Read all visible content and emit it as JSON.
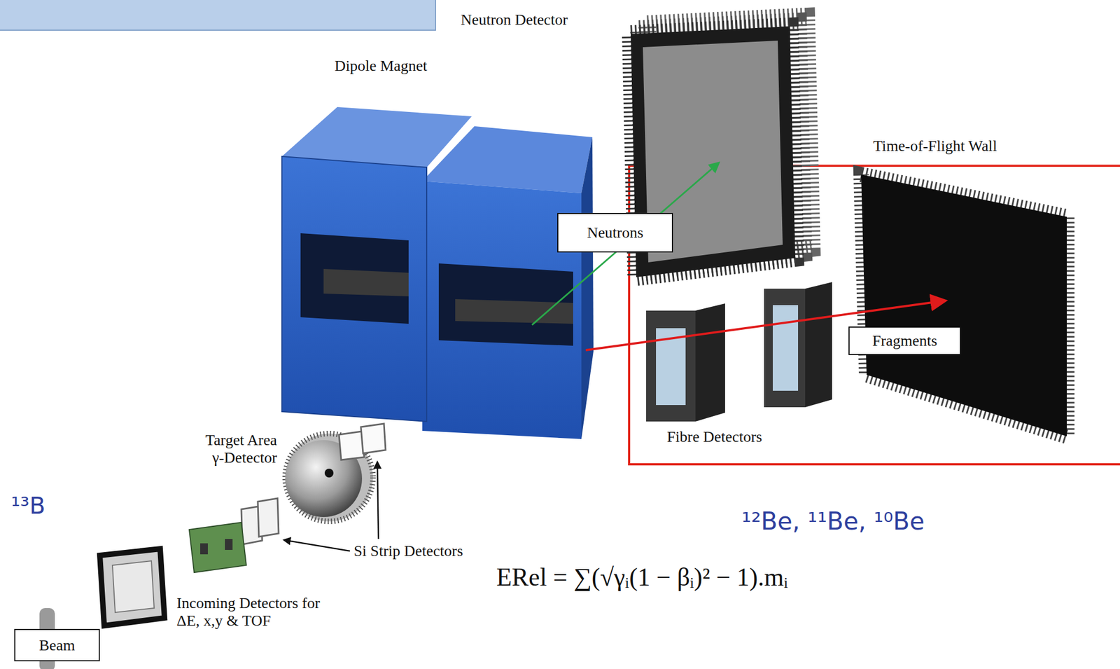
{
  "diagram": {
    "nodes": [
      {
        "text": [
          "Neutrons"
        ]
      },
      {
        "text": [
          "Fragments"
        ]
      },
      {
        "text": [
          "Beam"
        ]
      }
    ],
    "labels": [
      "Neutron Detector",
      "Time-of-Flight Wall",
      "Dipole Magnet",
      "Fibre Detectors",
      "Target Area γ-Detector",
      "Si Strip Detectors",
      "Incoming Detectors for ΔE, x,y & TOF",
      "¹³B",
      "¹²Be, ¹¹Be, ¹⁰Be",
      "ERel = ∑(√γᵢ(1 − βᵢ)² − 1).mᵢ"
    ]
  }
}
